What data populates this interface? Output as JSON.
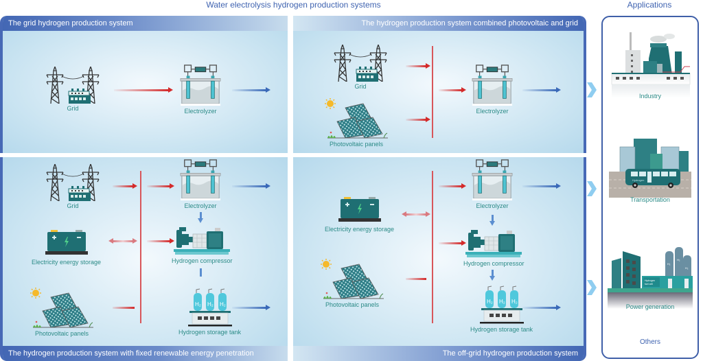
{
  "header": {
    "main_title": "Water electrolysis hydrogen production systems",
    "applications_title": "Applications"
  },
  "panels": {
    "grid_system": {
      "title": "The grid hydrogen production system",
      "labels": {
        "grid": "Grid",
        "electrolyzer": "Electrolyzer"
      }
    },
    "pv_grid_system": {
      "title": "The hydrogen production system combined photovoltaic and grid",
      "labels": {
        "grid": "Grid",
        "pv": "Photovoltaic panels",
        "electrolyzer": "Electrolyzer"
      }
    },
    "fixed_renewable_system": {
      "title": "The hydrogen production system with fixed renewable energy penetration",
      "labels": {
        "grid": "Grid",
        "storage": "Electricity energy storage",
        "pv": "Photovoltaic panels",
        "electrolyzer": "Electrolyzer",
        "compressor": "Hydrogen compressor",
        "tank": "Hydrogen storage tank"
      }
    },
    "off_grid_system": {
      "title": "The off-grid hydrogen production system",
      "labels": {
        "storage": "Electricity energy storage",
        "pv": "Photovoltaic panels",
        "electrolyzer": "Electrolyzer",
        "compressor": "Hydrogen compressor",
        "tank": "Hydrogen storage tank"
      }
    }
  },
  "applications": {
    "items": [
      {
        "label": "Industry",
        "icon": "factory-icon"
      },
      {
        "label": "Transportation",
        "icon": "hydrogen-bus-icon"
      },
      {
        "label": "Power generation",
        "icon": "power-plant-icon"
      }
    ],
    "others": "Others"
  },
  "colors": {
    "title_blue": "#3f63b0",
    "panel_border": "#4769b6",
    "label_teal": "#2a8a86",
    "power_arrow": "#d42a2a",
    "hydrogen_arrow": "#3a69b8",
    "equipment_teal": "#1f6f73"
  }
}
